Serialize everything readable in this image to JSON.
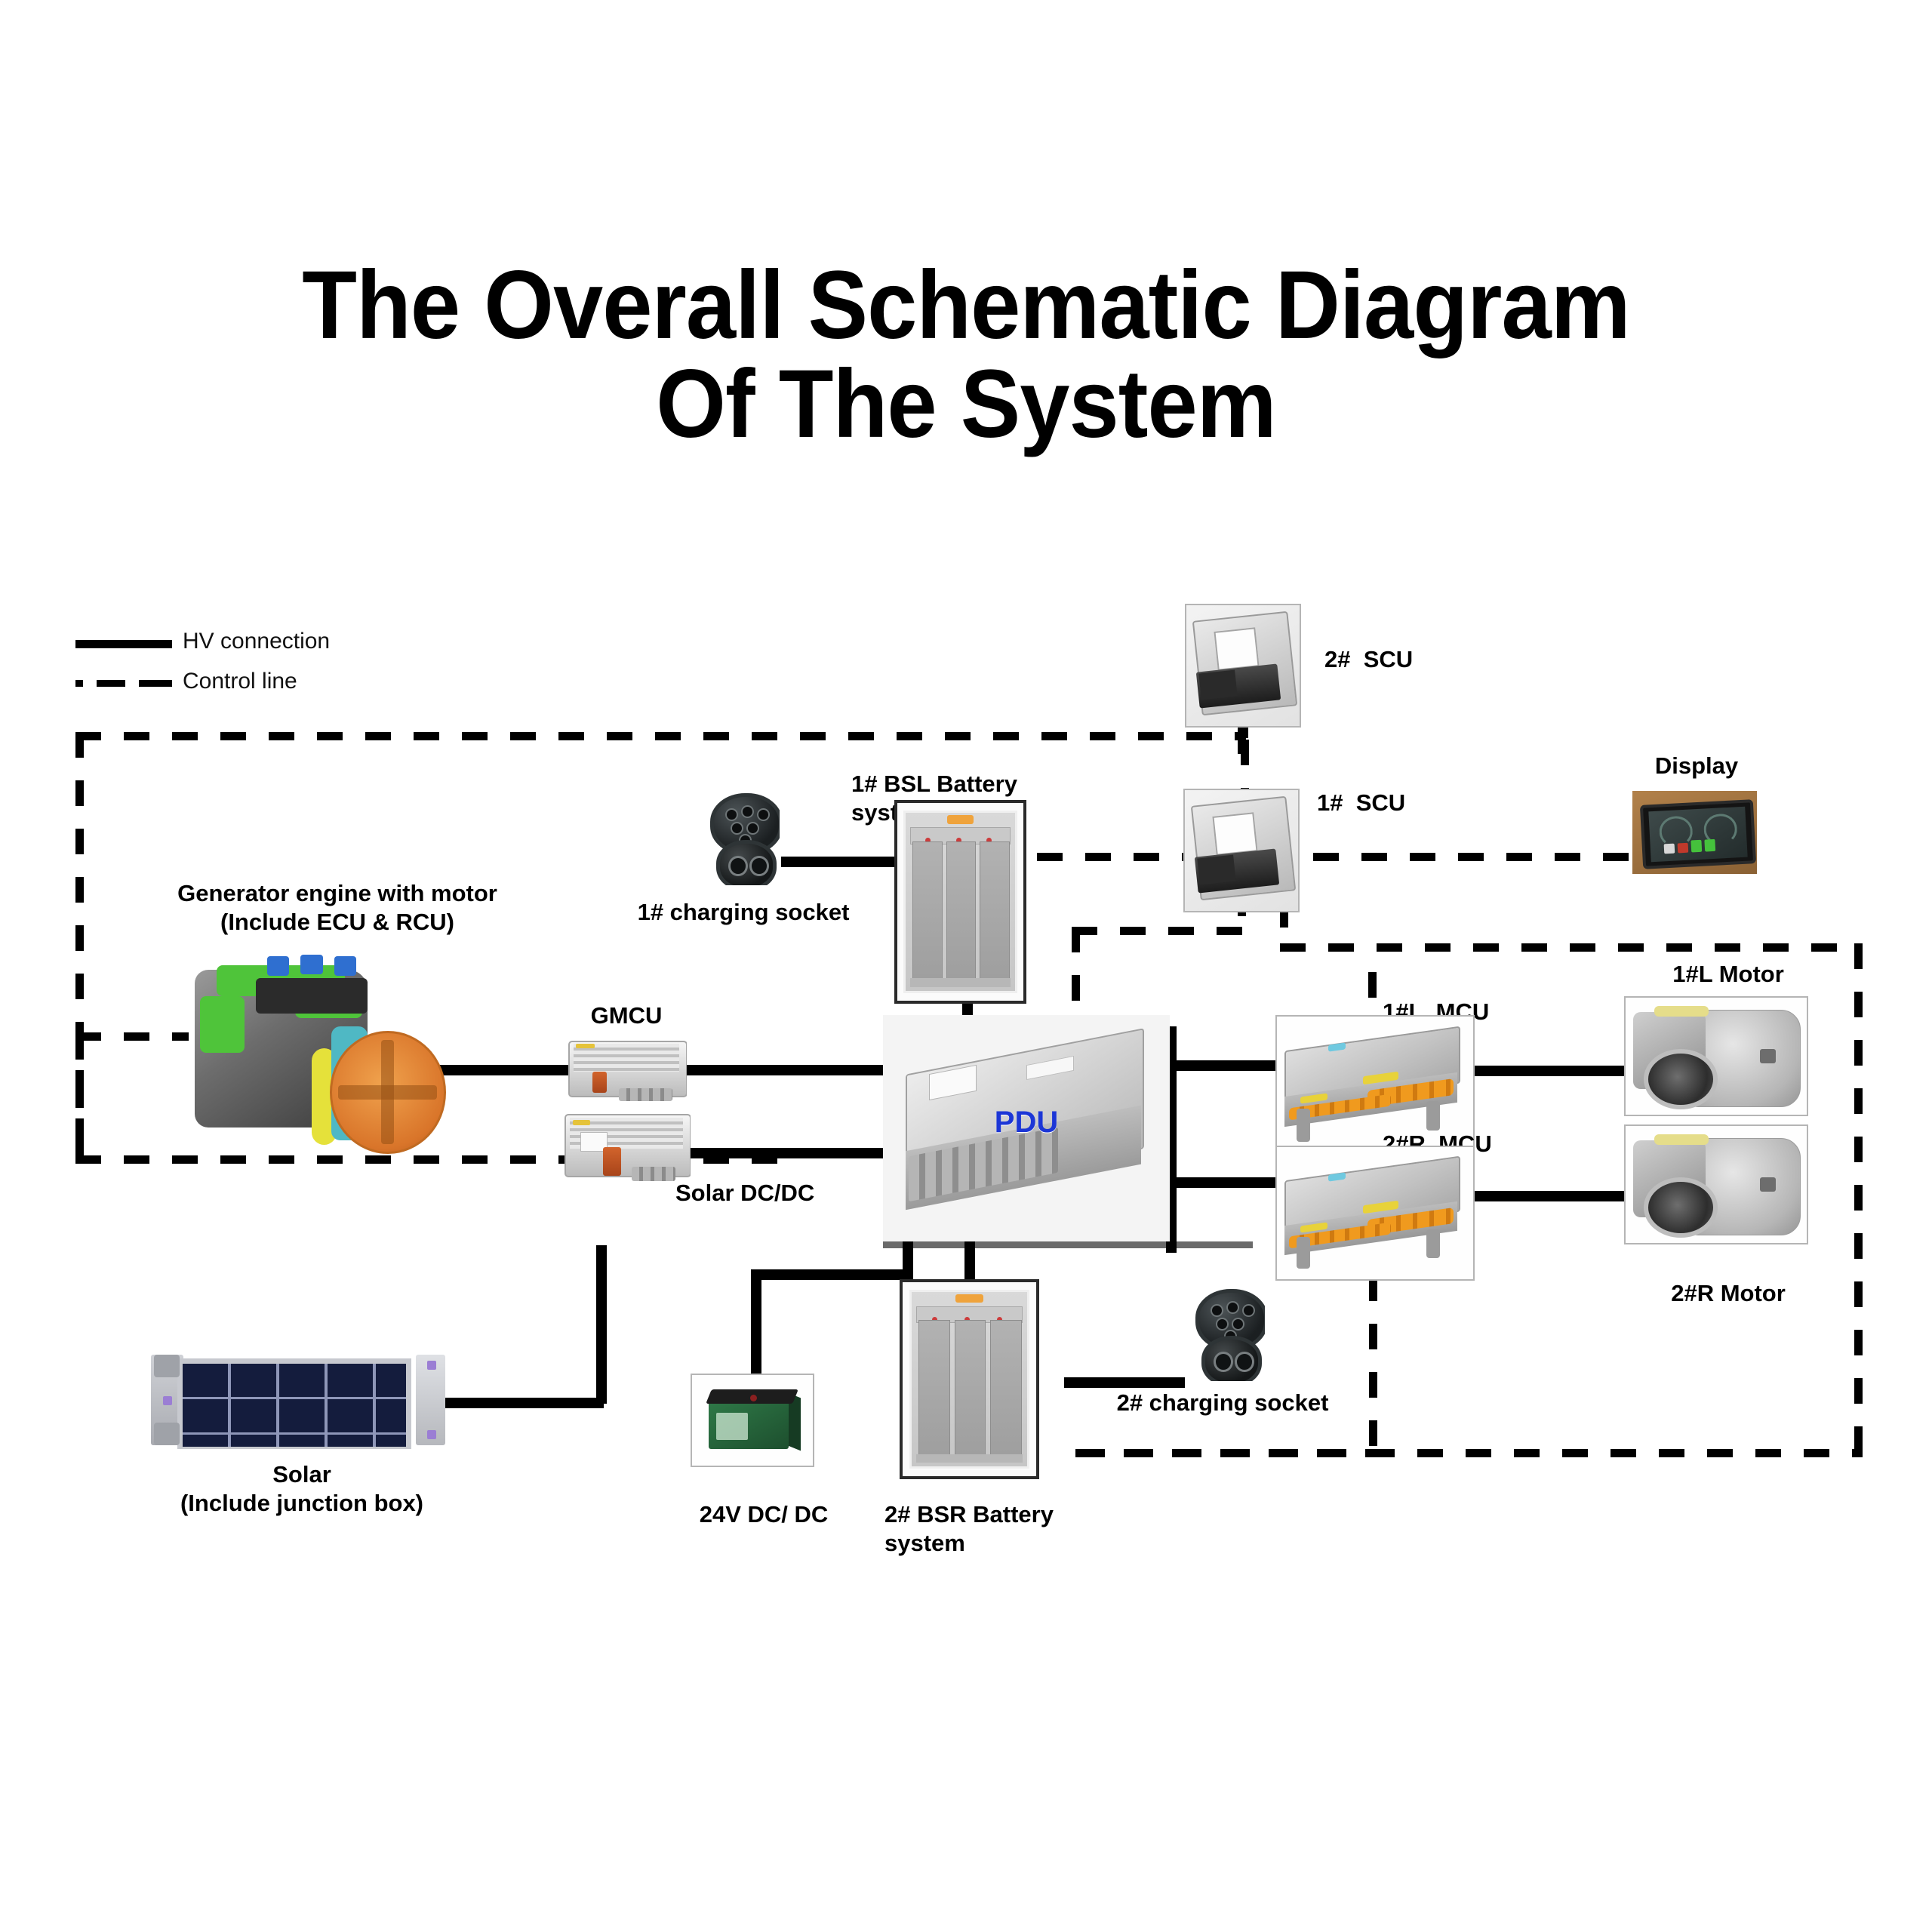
{
  "title": {
    "line1": "The Overall Schematic Diagram",
    "line2": "Of The System"
  },
  "legend": {
    "hv": "HV connection",
    "control": "Control line"
  },
  "components": {
    "generator": "Generator engine with motor\n(Include ECU & RCU)",
    "gmcu": "GMCU",
    "solar_dcdc": "Solar DC/DC",
    "solar": "Solar\n(Include junction box)",
    "pdu": "PDU",
    "charging_socket_1": "1# charging socket",
    "charging_socket_2": "2# charging socket",
    "battery_1": "1# BSL Battery\nsystem",
    "battery_2": "2# BSR Battery\nsystem",
    "dcdc_24v": "24V DC/ DC",
    "scu_1": "1#  SCU",
    "scu_2": "2#  SCU",
    "display": "Display",
    "mcu_1": "1#L_MCU",
    "mcu_2": "2#R_MCU",
    "motor_1": "1#L Motor",
    "motor_2": "2#R Motor"
  },
  "colors": {
    "pdu_text": "#1c36d6",
    "wire": "#000000",
    "battery_cap": "#efa33c",
    "engine_rotor": "#e08a33",
    "solar_cell": "#141c3d",
    "mcu_connector": "#f09a1e",
    "batt24_case": "#2f7a48"
  }
}
